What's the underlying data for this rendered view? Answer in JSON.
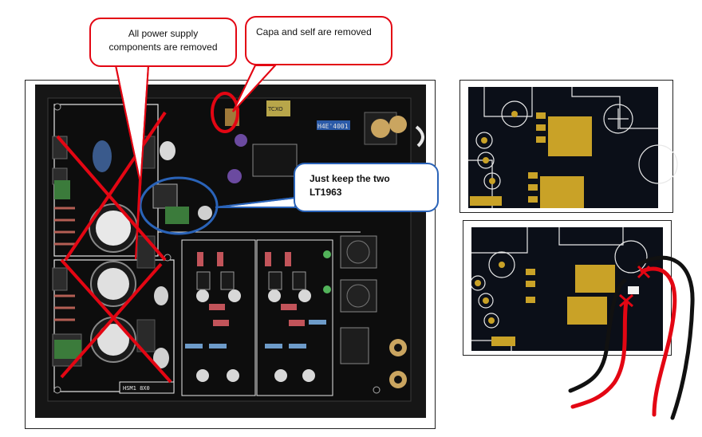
{
  "callouts": {
    "power_removed": "All power supply components are removed",
    "capa_removed": "Capa and self are removed",
    "keep_lt1963": "Just keep the two LT1963"
  },
  "board": {
    "chip_marking": "H4E'4001",
    "crystal_marking": "TCXO",
    "pcb_label": "HSM1 8X0"
  },
  "colors": {
    "board": "#141414",
    "gold": "#c9a227",
    "red_marks": "#e30613",
    "blue_marks": "#2a63b8"
  }
}
